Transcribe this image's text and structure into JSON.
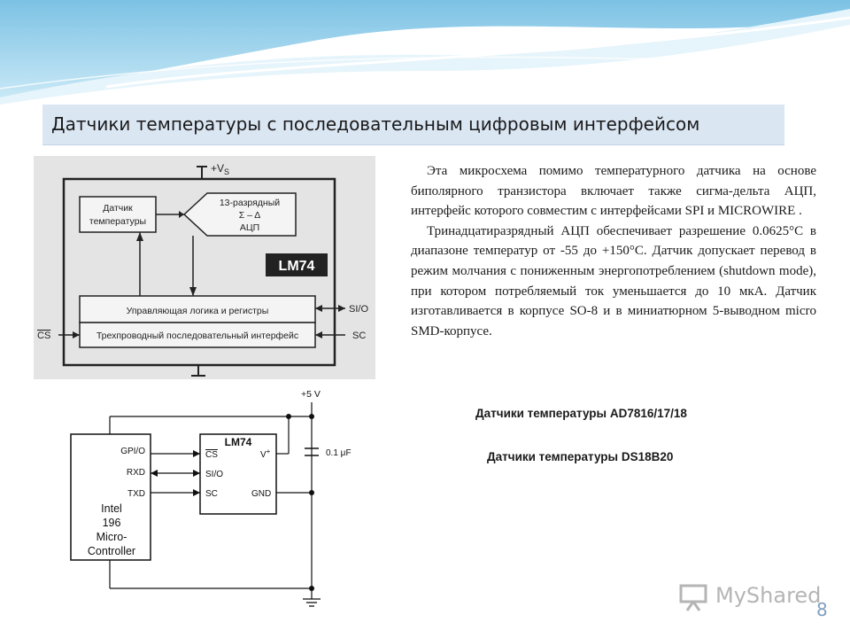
{
  "slide": {
    "title": "Датчики температуры с последовательным цифровым интерфейсом",
    "number": "8"
  },
  "description": {
    "paragraph_1": "Эта микросхема помимо температурного датчика на основе биполярного транзистора включает также сигма-дельта АЦП, интерфейс которого совместим с интерфейсами SPI и MICROWIRE .",
    "paragraph_2": "Тринадцатиразрядный АЦП обеспечивает разрешение 0.0625°С в диапазоне температур от -55 до +150°С. Датчик допускает перевод в режим молчания с пониженным энергопотреблением (shutdown mode), при котором потребляемый ток уменьшается до 10 мкА. Датчик изготавливается в корпусе SO-8 и в миниатюрном 5-выводном micro SMD-корпусе."
  },
  "links": {
    "ad7816": "Датчики температуры AD7816/17/18",
    "ds18b20": "Датчики температуры DS18B20"
  },
  "block_diagram": {
    "supply": "+V",
    "supply_sub": "S",
    "sensor_line1": "Датчик",
    "sensor_line2": "температуры",
    "adc_line1": "13-разрядный",
    "adc_line2": "Σ – Δ",
    "adc_line3": "АЦП",
    "chip": "LM74",
    "logic": "Управляющая логика и регистры",
    "interface": "Трехпроводный последовательный интерфейс",
    "pin_sio": "SI/O",
    "pin_cs": "CS",
    "pin_sc": "SC"
  },
  "circuit": {
    "supply": "+5 V",
    "capacitor": "0.1 μF",
    "chip": "LM74",
    "pin_cs": "CS",
    "pin_sio": "SI/O",
    "pin_sc": "SC",
    "pin_v": "V",
    "pin_v_sup": "+",
    "pin_gnd": "GND",
    "mcu_gpio": "GPI/O",
    "mcu_rxd": "RXD",
    "mcu_txd": "TXD",
    "mcu_line1": "Intel",
    "mcu_line2": "196",
    "mcu_line3": "Micro-",
    "mcu_line4": "Controller"
  },
  "watermark": {
    "text": "MyShared"
  },
  "colors": {
    "title_bg": "#dbe6f3",
    "wave_blue": "#9fd3ec",
    "diagram_bg": "#e4e4e4"
  }
}
